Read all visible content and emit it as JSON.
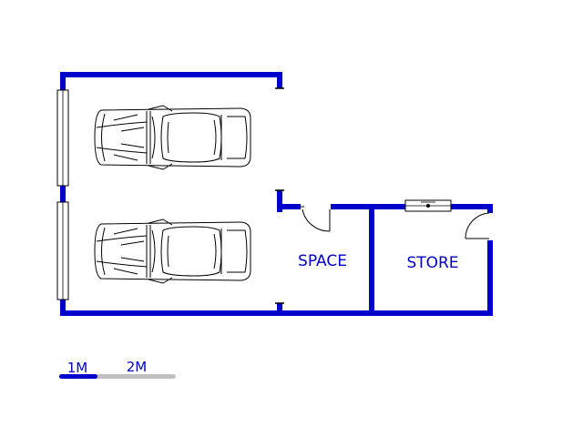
{
  "rooms": {
    "space": "SPACE",
    "store": "STORE"
  },
  "scale": {
    "mark_1": "1M",
    "mark_2": "2M"
  },
  "colors": {
    "wall": "#0000cc",
    "text": "#0000cc",
    "line": "#000000",
    "scale_secondary": "#c0c0c0"
  },
  "icons": [
    "car-icon",
    "car-icon",
    "door-swing-icon",
    "door-swing-icon",
    "window-icon",
    "window-icon",
    "window-icon"
  ]
}
